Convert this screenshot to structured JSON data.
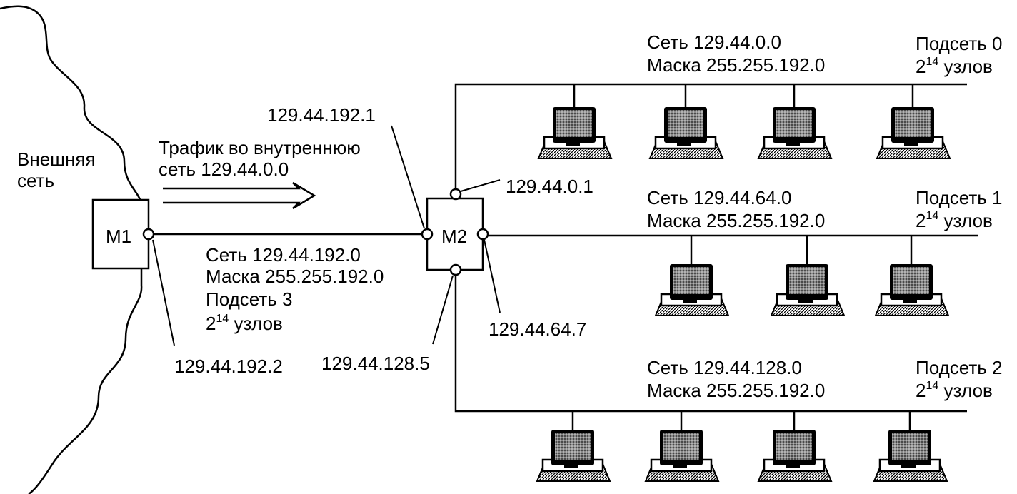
{
  "external_network": {
    "line1": "Внешняя",
    "line2": "сеть"
  },
  "traffic": {
    "line1": "Трафик во внутреннюю",
    "line2": "сеть 129.44.0.0"
  },
  "routers": {
    "m1": "M1",
    "m2": "M2"
  },
  "addresses": {
    "m1_port": "129.44.192.2",
    "m2_left": "129.44.192.1",
    "m2_top": "129.44.0.1",
    "m2_right": "129.44.64.7",
    "m2_bottom": "129.44.128.5"
  },
  "subnet3": {
    "net": "Сеть 129.44.192.0",
    "mask": "Маска 255.255.192.0",
    "subnet": "Подсеть 3",
    "hosts_base": "2",
    "hosts_exp": "14",
    "hosts_word": " узлов"
  },
  "subnet0": {
    "net": "Сеть 129.44.0.0",
    "mask": "Маска 255.255.192.0",
    "subnet": "Подсеть 0",
    "hosts_base": "2",
    "hosts_exp": "14",
    "hosts_word": " узлов"
  },
  "subnet1": {
    "net": "Сеть 129.44.64.0",
    "mask": "Маска 255.255.192.0",
    "subnet": "Подсеть 1",
    "hosts_base": "2",
    "hosts_exp": "14",
    "hosts_word": " узлов"
  },
  "subnet2": {
    "net": "Сеть 129.44.128.0",
    "mask": "Маска 255.255.192.0",
    "subnet": "Подсеть 2",
    "hosts_base": "2",
    "hosts_exp": "14",
    "hosts_word": " узлов"
  }
}
